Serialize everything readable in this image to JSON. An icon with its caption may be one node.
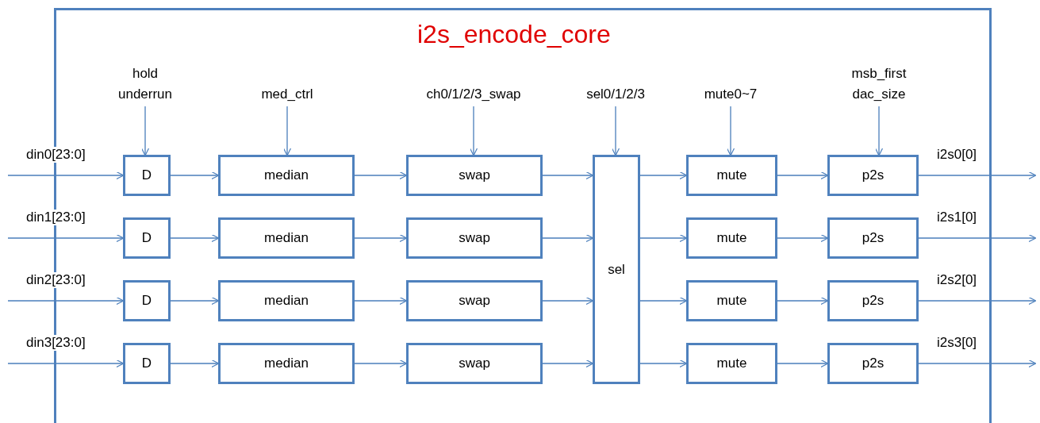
{
  "diagram": {
    "nodes": [
      {
        "text": [
          "i2s_encode_core"
        ]
      },
      {
        "text": [
          "hold underrun"
        ],
        "in": 0
      },
      {
        "text": [
          "med_ctrl"
        ],
        "in": 0
      },
      {
        "text": [
          "ch0/1/2/3_swap"
        ],
        "in": 0
      },
      {
        "text": [
          "sel0/1/2/3"
        ],
        "in": 0
      },
      {
        "text": [
          "mute0~7"
        ],
        "in": 0
      },
      {
        "text": [
          "msb_first dac_size"
        ],
        "in": 0
      },
      {
        "text": [
          "D"
        ],
        "in": 0
      },
      {
        "text": [
          "median"
        ],
        "in": 0
      },
      {
        "text": [
          "swap"
        ],
        "in": 0
      },
      {
        "text": [
          "sel"
        ],
        "in": 0
      },
      {
        "text": [
          "mute"
        ],
        "in": 0
      },
      {
        "text": [
          "p2s"
        ],
        "in": 0
      },
      {
        "text": [
          "D"
        ],
        "in": 0
      },
      {
        "text": [
          "median"
        ],
        "in": 0
      },
      {
        "text": [
          "swap"
        ],
        "in": 0
      },
      {
        "text": [
          "mute"
        ],
        "in": 0
      },
      {
        "text": [
          "p2s"
        ],
        "in": 0
      },
      {
        "text": [
          "D"
        ],
        "in": 0
      },
      {
        "text": [
          "median"
        ],
        "in": 0
      },
      {
        "text": [
          "swap"
        ],
        "in": 0
      },
      {
        "text": [
          "mute"
        ],
        "in": 0
      },
      {
        "text": [
          "p2s"
        ],
        "in": 0
      },
      {
        "text": [
          "D"
        ],
        "in": 0
      },
      {
        "text": [
          "median"
        ],
        "in": 0
      },
      {
        "text": [
          "swap"
        ],
        "in": 0
      },
      {
        "text": [
          "mute"
        ],
        "in": 0
      },
      {
        "text": [
          "p2s"
        ],
        "in": 0
      }
    ],
    "edges": [
      {
        "from": 1,
        "to": 7,
        "arrow": "to"
      },
      {
        "from": 2,
        "to": 8,
        "arrow": "to"
      },
      {
        "from": 3,
        "to": 9,
        "arrow": "to"
      },
      {
        "from": 4,
        "to": 10,
        "arrow": "to"
      },
      {
        "from": 5,
        "to": 11,
        "arrow": "to"
      },
      {
        "from": 6,
        "to": 12,
        "arrow": "to"
      },
      {
        "from": null,
        "to": 7,
        "arrow": "to",
        "label": "din0[23:0]"
      },
      {
        "from": 7,
        "to": 8,
        "arrow": "to"
      },
      {
        "from": 8,
        "to": 9,
        "arrow": "to"
      },
      {
        "from": 9,
        "to": 10,
        "arrow": "to"
      },
      {
        "from": 10,
        "to": 11,
        "arrow": "to"
      },
      {
        "from": 11,
        "to": 12,
        "arrow": "to"
      },
      {
        "from": 12,
        "to": null,
        "arrow": "to",
        "label": "i2s0[0]"
      },
      {
        "from": null,
        "to": 13,
        "arrow": "to",
        "label": "din1[23:0]"
      },
      {
        "from": 13,
        "to": 14,
        "arrow": "to"
      },
      {
        "from": 14,
        "to": 15,
        "arrow": "to"
      },
      {
        "from": 15,
        "to": 10,
        "arrow": "to"
      },
      {
        "from": 10,
        "to": 16,
        "arrow": "to"
      },
      {
        "from": 16,
        "to": 17,
        "arrow": "to"
      },
      {
        "from": 17,
        "to": null,
        "arrow": "to",
        "label": "i2s1[0]"
      },
      {
        "from": null,
        "to": 18,
        "arrow": "to",
        "label": "din2[23:0]"
      },
      {
        "from": 18,
        "to": 19,
        "arrow": "to"
      },
      {
        "from": 19,
        "to": 20,
        "arrow": "to"
      },
      {
        "from": 20,
        "to": 10,
        "arrow": "to"
      },
      {
        "from": 10,
        "to": 21,
        "arrow": "to"
      },
      {
        "from": 21,
        "to": 22,
        "arrow": "to"
      },
      {
        "from": 22,
        "to": null,
        "arrow": "to",
        "label": "i2s2[0]"
      },
      {
        "from": null,
        "to": 23,
        "arrow": "to",
        "label": "din3[23:0]"
      },
      {
        "from": 23,
        "to": 24,
        "arrow": "to"
      },
      {
        "from": 24,
        "to": 25,
        "arrow": "to"
      },
      {
        "from": 25,
        "to": 10,
        "arrow": "to"
      },
      {
        "from": 10,
        "to": 26,
        "arrow": "to"
      },
      {
        "from": 26,
        "to": 27,
        "arrow": "to"
      },
      {
        "from": 27,
        "to": null,
        "arrow": "to",
        "label": "i2s3[0]"
      }
    ]
  }
}
